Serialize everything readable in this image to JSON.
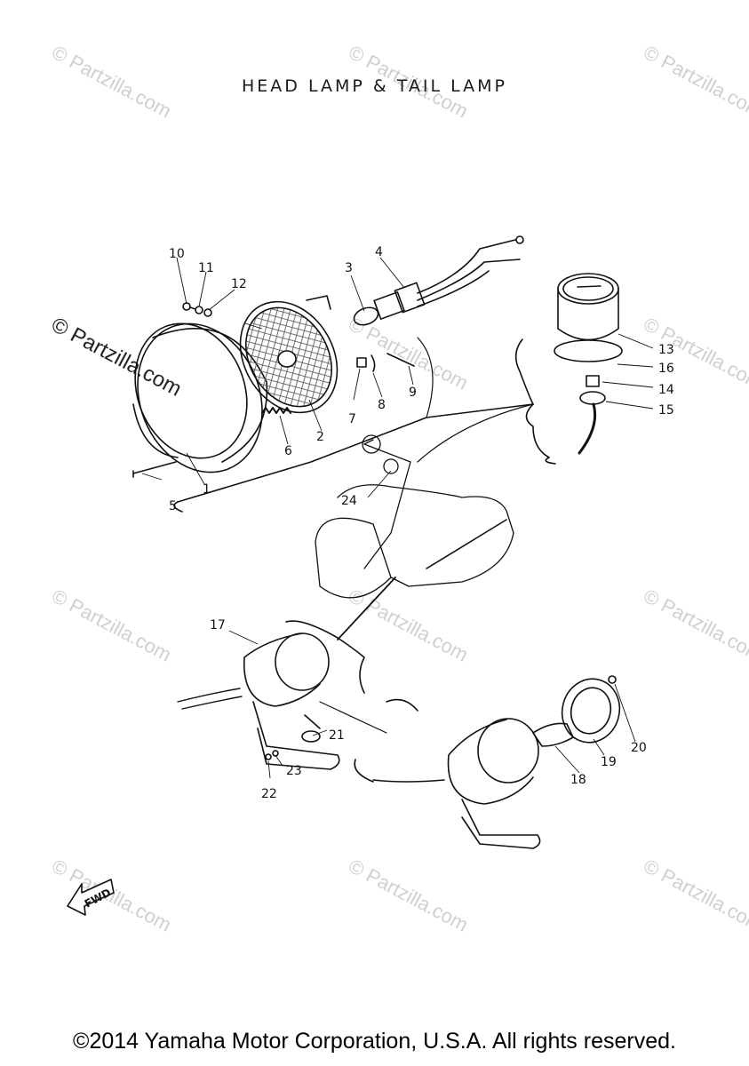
{
  "title": "HEAD LAMP & TAIL LAMP",
  "copyright": "©2014 Yamaha Motor Corporation, U.S.A. All rights reserved.",
  "watermark": "© Partzilla.com",
  "fwd_label": "FWD",
  "callouts": [
    "1",
    "2",
    "3",
    "4",
    "5",
    "6",
    "7",
    "8",
    "9",
    "10",
    "11",
    "12",
    "13",
    "14",
    "15",
    "16",
    "17",
    "18",
    "19",
    "20",
    "21",
    "22",
    "23",
    "24"
  ],
  "colors": {
    "ink": "#111111",
    "watermark": "#cfcfcf",
    "background": "#ffffff"
  }
}
